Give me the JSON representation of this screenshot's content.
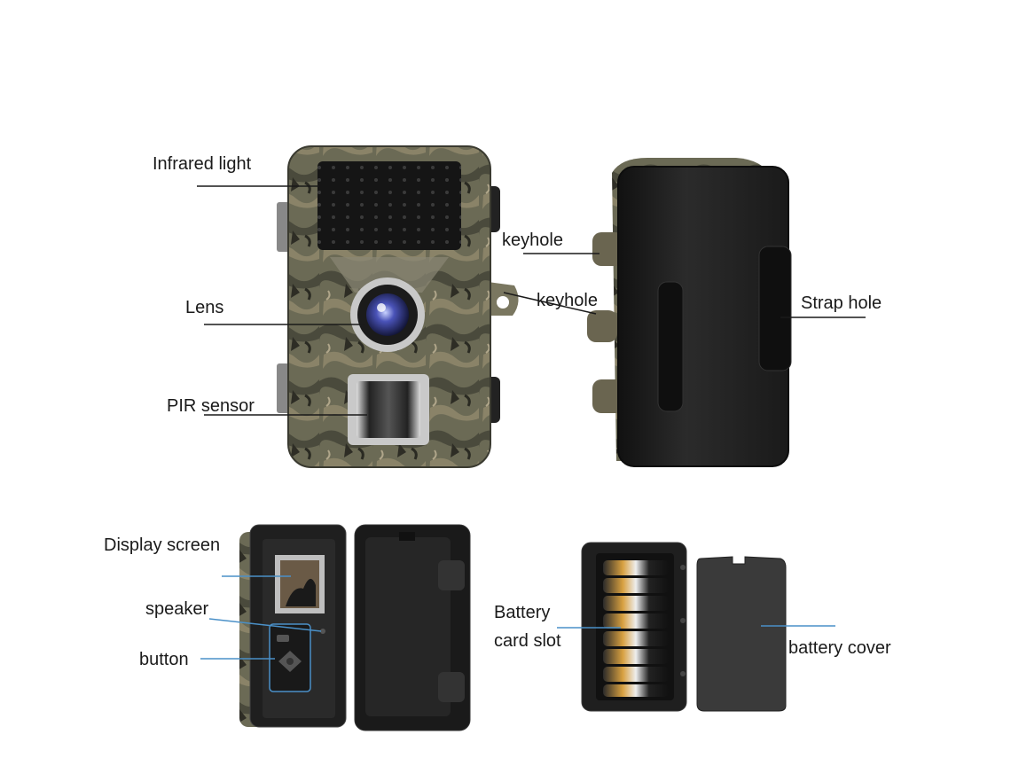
{
  "labels": {
    "infrared_light": "Infrared light",
    "lens": "Lens",
    "pir_sensor": "PIR sensor",
    "keyhole_top": "keyhole",
    "keyhole_mid": "keyhole",
    "strap_hole": "Strap hole",
    "display_screen": "Display screen",
    "speaker": "speaker",
    "button": "button",
    "battery_card_slot_line1": "Battery",
    "battery_card_slot_line2": "card slot",
    "battery_cover": "battery cover"
  },
  "colors": {
    "camo_base": "#6b6a55",
    "camo_dark": "#3a3a30",
    "camera_black": "#1e1e1e",
    "leader_dark": "#1a1a1a",
    "leader_blue": "#4a90c8"
  }
}
